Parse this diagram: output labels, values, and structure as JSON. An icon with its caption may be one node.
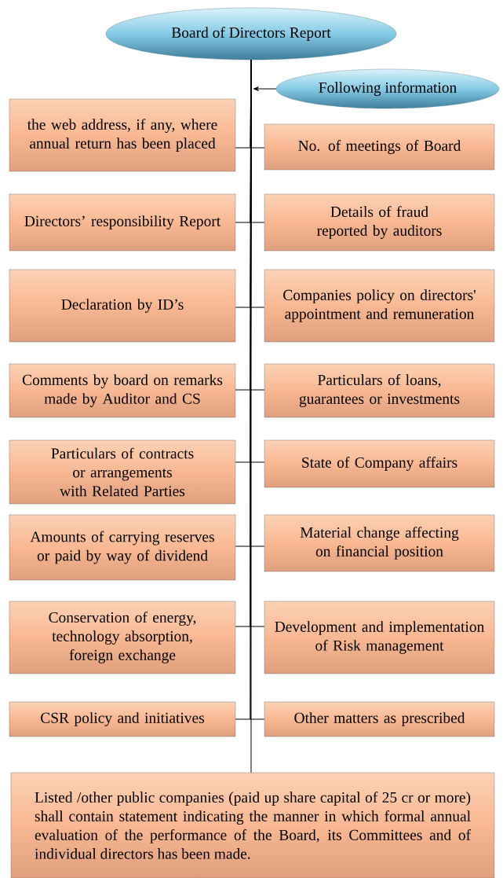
{
  "diagram": {
    "nodes": [
      {
        "text": [
          "Board of Directors Report"
        ]
      },
      {
        "text": [
          "Following information"
        ]
      },
      {
        "text": [
          "the web address, if any, where annual return has been placed"
        ]
      },
      {
        "text": [
          "No. of meetings of Board"
        ]
      },
      {
        "text": [
          "Directors’ responsibility Report"
        ]
      },
      {
        "text": [
          "Details of fraud reported by auditors"
        ]
      },
      {
        "text": [
          "Declaration by ID’s"
        ]
      },
      {
        "text": [
          "Companies policy on directors' appointment and remuneration"
        ]
      },
      {
        "text": [
          "Comments by board on remarks made by Auditor and CS"
        ]
      },
      {
        "text": [
          "Particulars of loans, guarantees or investments"
        ]
      },
      {
        "text": [
          "Particulars of contracts or arrangements with Related Parties"
        ]
      },
      {
        "text": [
          "State of Company affairs"
        ]
      },
      {
        "text": [
          "Amounts of carrying reserves or paid by way of dividend"
        ]
      },
      {
        "text": [
          "Material change affecting on financial position"
        ]
      },
      {
        "text": [
          "Conservation of energy, technology absorption, foreign exchange"
        ]
      },
      {
        "text": [
          "Development and implementation of Risk management"
        ]
      },
      {
        "text": [
          "CSR policy and initiatives"
        ]
      },
      {
        "text": [
          "Other matters as prescribed"
        ]
      },
      {
        "text": [
          "Listed /other public companies (paid up share capital of 25 cr or more) shall contain statement indicating the manner in which formal annual evaluation of the performance of the Board, its Committees and of individual directors has been made."
        ]
      }
    ],
    "edges": [
      {
        "from": 1,
        "to": null,
        "arrow": "to"
      },
      {
        "from": 0,
        "to": 2,
        "arrow": "none"
      },
      {
        "from": 0,
        "to": 3,
        "arrow": "none"
      },
      {
        "from": 0,
        "to": 4,
        "arrow": "none"
      },
      {
        "from": 0,
        "to": 5,
        "arrow": "none"
      },
      {
        "from": 0,
        "to": 6,
        "arrow": "none"
      },
      {
        "from": 0,
        "to": 7,
        "arrow": "none"
      },
      {
        "from": 0,
        "to": 8,
        "arrow": "none"
      },
      {
        "from": 0,
        "to": 9,
        "arrow": "none"
      },
      {
        "from": 0,
        "to": 10,
        "arrow": "none"
      },
      {
        "from": 0,
        "to": 11,
        "arrow": "none"
      },
      {
        "from": 0,
        "to": 12,
        "arrow": "none"
      },
      {
        "from": 0,
        "to": 13,
        "arrow": "none"
      },
      {
        "from": 0,
        "to": 14,
        "arrow": "none"
      },
      {
        "from": 0,
        "to": 15,
        "arrow": "none"
      },
      {
        "from": 0,
        "to": 16,
        "arrow": "none"
      },
      {
        "from": 0,
        "to": 17,
        "arrow": "none"
      },
      {
        "from": 0,
        "to": 18,
        "arrow": "none"
      }
    ]
  }
}
